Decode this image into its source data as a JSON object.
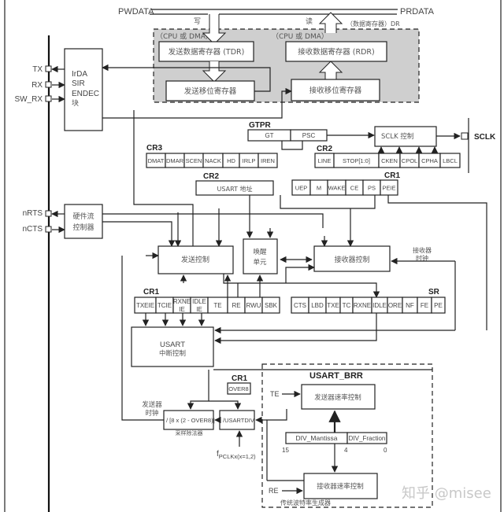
{
  "bus": {
    "pwdata": "PWDATA",
    "prdata": "PRDATA",
    "write": "写",
    "read": "读",
    "dr": "（数据寄存器）DR",
    "cpu_dma_left": "（CPU 或 DMA）",
    "cpu_dma_right": "（CPU 或 DMA）"
  },
  "registers": {
    "tdr": "发送数据寄存器 (TDR)",
    "rdr": "接收数据寄存器 (RDR)",
    "tx_shift": "发送移位寄存器",
    "rx_shift": "接收移位寄存器"
  },
  "pins": {
    "tx": "TX",
    "rx": "RX",
    "sw_rx": "SW_RX",
    "nrts": "nRTS",
    "ncts": "nCTS",
    "sclk": "SCLK"
  },
  "irda": {
    "l1": "IrDA",
    "l2": "SIR",
    "l3": "ENDEC",
    "l4": "块"
  },
  "gtpr": {
    "title": "GTPR",
    "fields": [
      "GT",
      "PSC"
    ]
  },
  "sclk_ctrl": "SCLK 控制",
  "cr3": {
    "title": "CR3",
    "fields": [
      "DMAT",
      "DMAR",
      "SCEN",
      "NACK",
      "HD",
      "IRLP",
      "IREN"
    ]
  },
  "cr2_top": {
    "title": "CR2",
    "fields": [
      "LINE",
      "STOP[1:0]",
      "CKEN",
      "CPOL",
      "CPHA",
      "LBCL"
    ]
  },
  "cr2_addr": {
    "title": "CR2",
    "field": "USART 地址"
  },
  "cr1_top": {
    "title": "CR1",
    "fields": [
      "UEP",
      "M",
      "WAKE",
      "CE",
      "PS",
      "PEIE"
    ]
  },
  "flow_ctrl": {
    "l1": "硬件流",
    "l2": "控制器"
  },
  "tx_ctrl": "发送控制",
  "wakeup": {
    "l1": "唤醒",
    "l2": "单元"
  },
  "rx_ctrl": "接收器控制",
  "rx_clock": {
    "l1": "接收器",
    "l2": "时钟"
  },
  "cr1_bottom": {
    "title": "CR1",
    "fields": [
      "TXEIE",
      "TCIE",
      "RXNE IE",
      "IDLE IE",
      "TE",
      "RE",
      "RWU",
      "SBK"
    ]
  },
  "sr": {
    "title": "SR",
    "fields": [
      "CTS",
      "LBD",
      "TXE",
      "TC",
      "RXNE",
      "IDLE",
      "ORE",
      "NF",
      "FE",
      "PE"
    ]
  },
  "irq": {
    "l1": "USART",
    "l2": "中断控制"
  },
  "cr1_over8": {
    "title": "CR1",
    "field": "OVER8"
  },
  "tx_clock": {
    "l1": "发送器",
    "l2": "时钟"
  },
  "sample_div": {
    "label": "/ [8 x (2 - OVER8)]",
    "caption": "采样除法器"
  },
  "usartdiv": "/USARTDIV",
  "fpclk": {
    "main": "f",
    "sub": "PCLKx(x=1,2)"
  },
  "brr": {
    "title": "USART_BRR",
    "te": "TE",
    "re": "RE",
    "tx_rate": "发送器速率控制",
    "rx_rate": "接收器速率控制",
    "mantissa": "DIV_Mantissa",
    "fraction": "DIV_Fraction",
    "bit15": "15",
    "bit4": "4",
    "bit0": "0",
    "caption": "传统波特率生成器"
  },
  "watermark": "知乎 @misee"
}
